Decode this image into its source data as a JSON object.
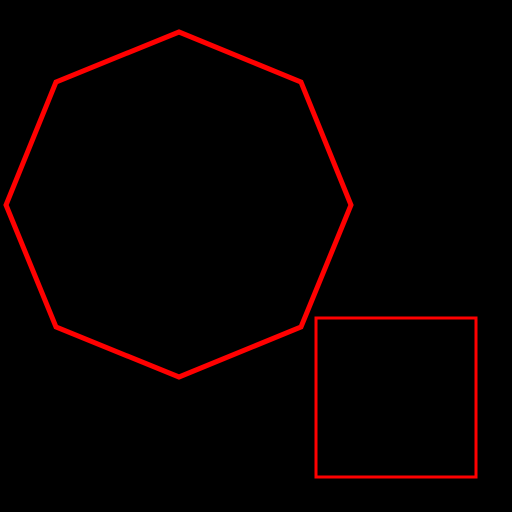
{
  "colors": {
    "background": "#000000",
    "stroke": "#ff0000"
  },
  "shapes": [
    {
      "name": "octagon-shape",
      "kind": "regular-octagon"
    },
    {
      "name": "square-shape",
      "kind": "square"
    }
  ]
}
